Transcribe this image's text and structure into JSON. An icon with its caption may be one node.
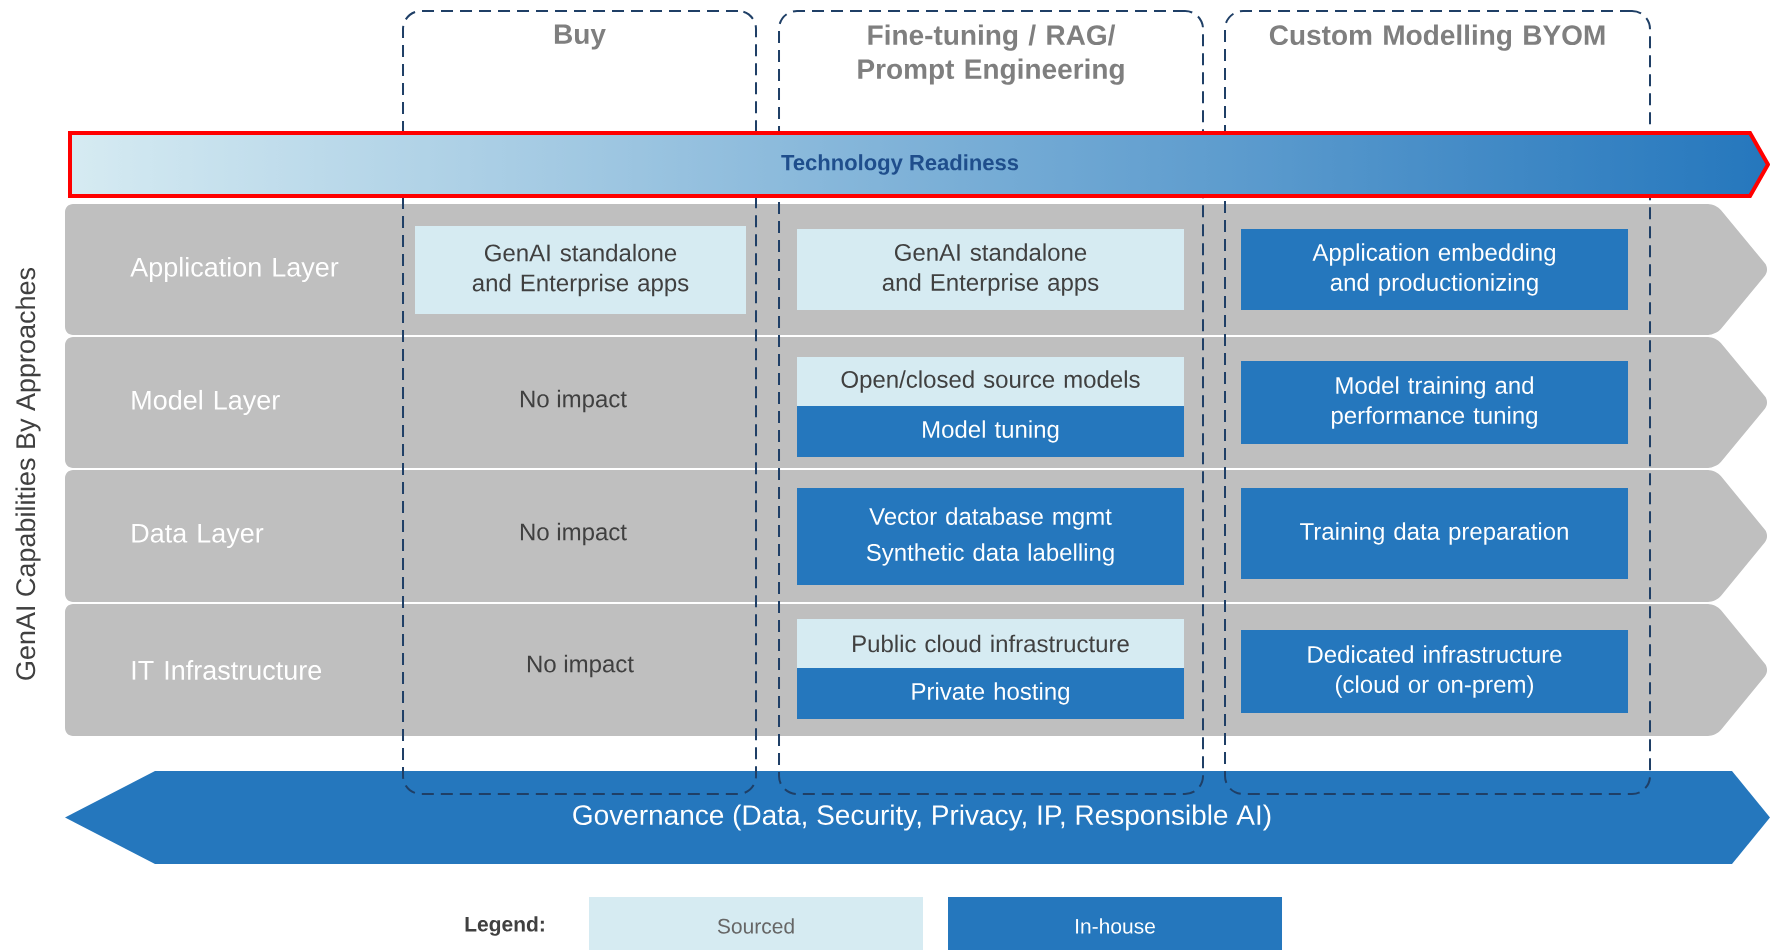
{
  "diagram": {
    "nodes": [
      {
        "text": [
          "Buy"
        ]
      },
      {
        "text": [
          "Fine-tuning / RAG/ Prompt Engineering"
        ]
      },
      {
        "text": [
          "Custom Modelling BYOM"
        ]
      },
      {
        "text": [
          "Technology Readiness"
        ]
      },
      {
        "text": [
          "Application Layer"
        ]
      },
      {
        "text": [
          "Model Layer"
        ]
      },
      {
        "text": [
          "Data Layer"
        ]
      },
      {
        "text": [
          "IT Infrastructure"
        ]
      },
      {
        "text": [
          "GenAI standalone and Enterprise apps"
        ]
      },
      {
        "text": [
          "GenAI standalone and Enterprise apps"
        ]
      },
      {
        "text": [
          "Open/closed source models"
        ]
      },
      {
        "text": [
          "Model tuning"
        ]
      },
      {
        "text": [
          "Vector database mgmt",
          "Synthetic data labelling"
        ]
      },
      {
        "text": [
          "Public cloud infrastructure"
        ]
      },
      {
        "text": [
          "Private hosting"
        ]
      },
      {
        "text": [
          "Application embedding and productionizing"
        ]
      },
      {
        "text": [
          "Model training and performance tuning"
        ]
      },
      {
        "text": [
          "Training data preparation"
        ]
      },
      {
        "text": [
          "Dedicated infrastructure (cloud or on-prem)"
        ]
      },
      {
        "text": [
          "Governance (Data, Security, Privacy, IP, Responsible AI)"
        ]
      }
    ],
    "labels": [
      "GenAI Capabilities By Approaches",
      "No impact",
      "No impact",
      "No impact",
      "Legend:"
    ],
    "legend": [
      {
        "text": "Sourced",
        "color": "#d6ebf2"
      },
      {
        "text": "In-house",
        "color": "#2577bd"
      }
    ]
  }
}
